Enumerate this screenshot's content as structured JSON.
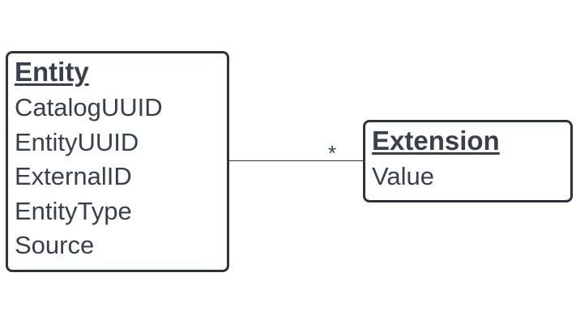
{
  "diagram": {
    "entity": {
      "title": "Entity",
      "attributes": [
        "CatalogUUID",
        "EntityUUID",
        "ExternalID",
        "EntityType",
        "Source"
      ]
    },
    "extension": {
      "title": "Extension",
      "attributes": [
        "Value"
      ]
    },
    "relationship": {
      "multiplicity": "*"
    },
    "colors": {
      "border": "#2f333d",
      "text": "#3a3f4b",
      "background": "#ffffff"
    }
  }
}
